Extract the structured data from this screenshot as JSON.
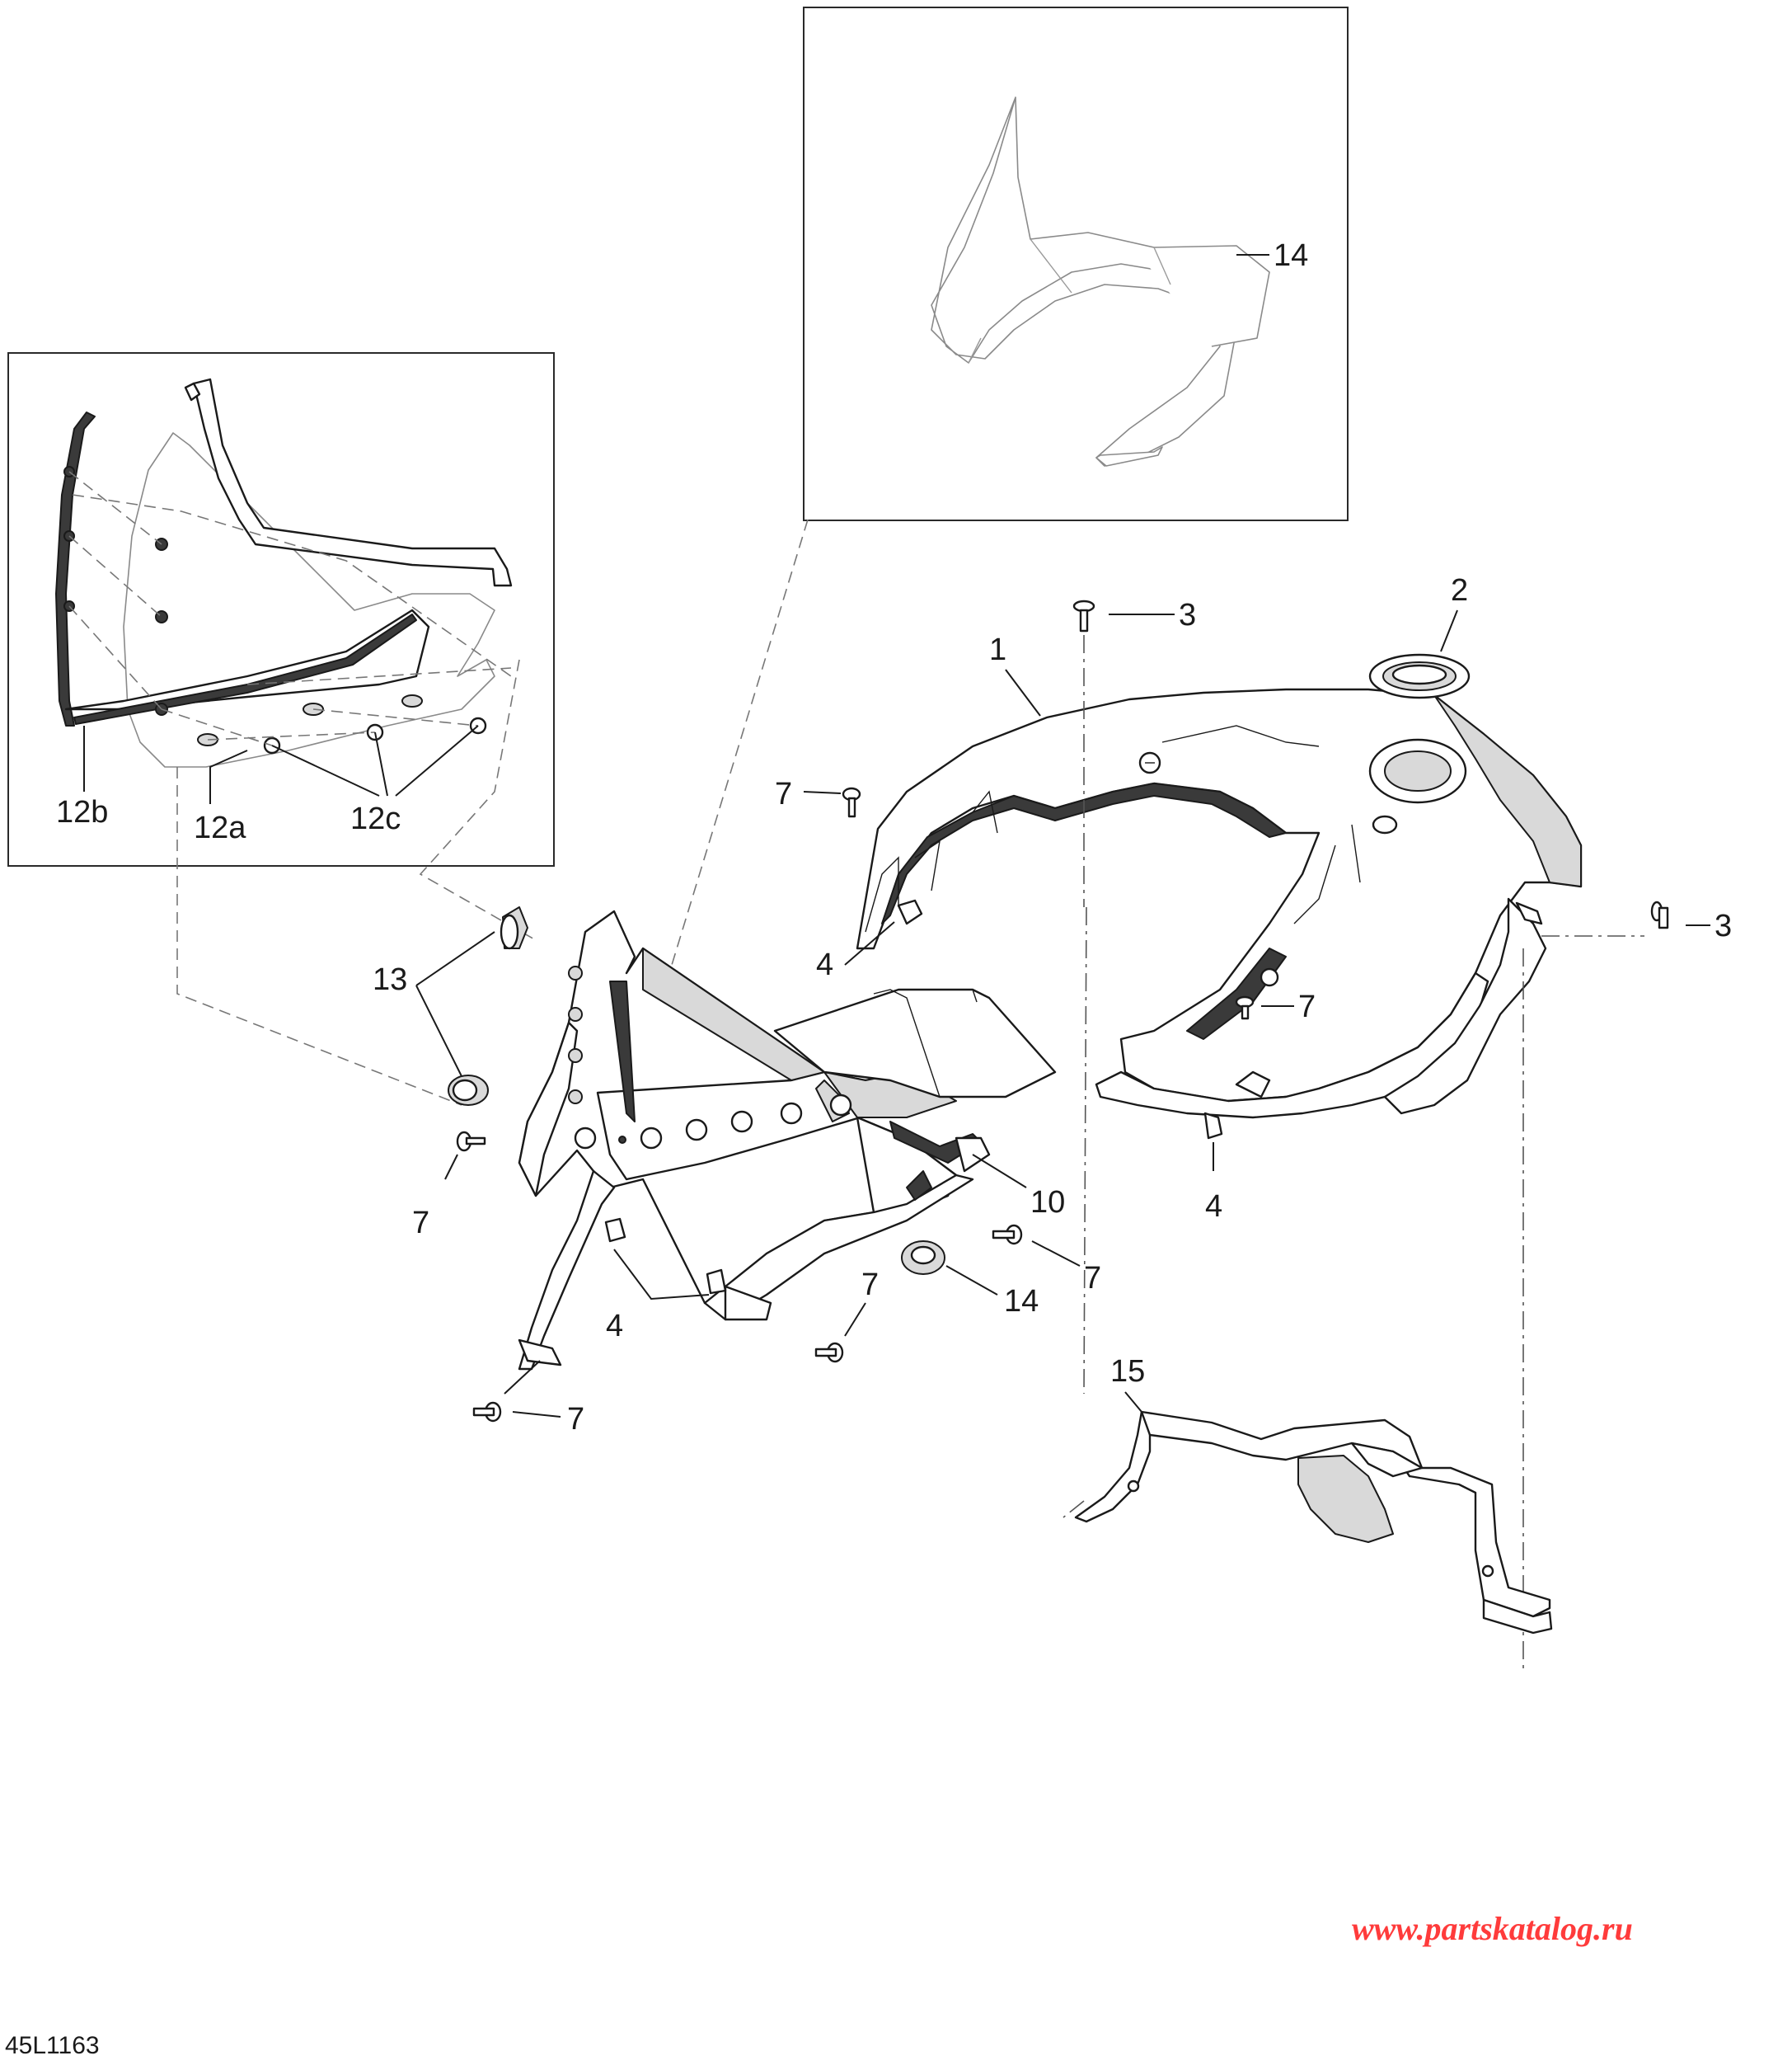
{
  "diagram": {
    "reference_code": "45L1163",
    "watermark": {
      "text": "www.partskatalog.ru",
      "color": "#ff3b3b"
    },
    "callouts": {
      "c1": "1",
      "c2": "2",
      "c3a": "3",
      "c3b": "3",
      "c4a": "4",
      "c4b": "4",
      "c4c": "4",
      "c7a": "7",
      "c7b": "7",
      "c7c": "7",
      "c7d": "7",
      "c7e": "7",
      "c7f": "7",
      "c10": "10",
      "c12a": "12a",
      "c12b": "12b",
      "c12c": "12c",
      "c13": "13",
      "c14a": "14",
      "c14b": "14",
      "c15": "15"
    }
  }
}
